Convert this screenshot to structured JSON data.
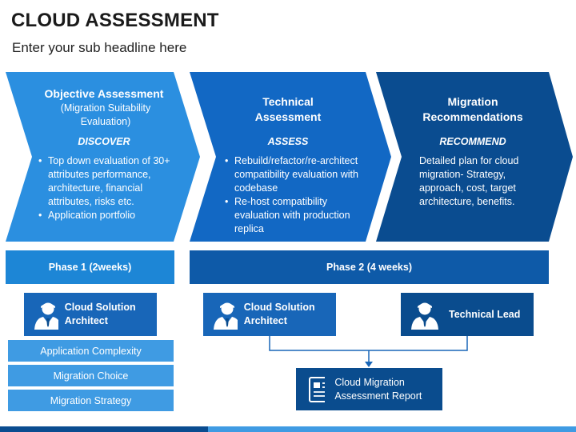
{
  "header": {
    "title": "CLOUD ASSESSMENT",
    "subtitle": "Enter your sub headline here"
  },
  "stages": [
    {
      "title": "Objective Assessment",
      "subtitle": "(Migration Suitability Evaluation)",
      "tag": "DISCOVER",
      "bullets": [
        "Top down evaluation of 30+ attributes performance, architecture, financial attributes, risks etc.",
        "Application portfolio"
      ],
      "color": "#2b8fe0"
    },
    {
      "title": "Technical Assessment",
      "tag": "ASSESS",
      "bullets": [
        "Rebuild/refactor/re-architect compatibility evaluation with codebase",
        "Re-host compatibility evaluation with production replica"
      ],
      "color": "#1268c4"
    },
    {
      "title": "Migration Recommendations",
      "tag": "RECOMMEND",
      "text": "Detailed plan for cloud migration- Strategy, approach, cost, target architecture, benefits.",
      "color": "#0a4c90"
    }
  ],
  "phases": [
    {
      "label": "Phase 1 (2weeks)"
    },
    {
      "label": "Phase 2 (4 weeks)"
    }
  ],
  "roles": [
    {
      "label": "Cloud Solution Architect",
      "icon": "person-icon"
    },
    {
      "label": "Cloud Solution Architect",
      "icon": "person-icon"
    },
    {
      "label": "Technical Lead",
      "icon": "person-icon"
    }
  ],
  "phase1_items": [
    "Application Complexity",
    "Migration Choice",
    "Migration Strategy"
  ],
  "report": {
    "label": "Cloud Migration Assessment Report",
    "icon": "report-icon"
  },
  "colors": {
    "light_blue": "#3f9be3",
    "mid_blue": "#1268c4",
    "dark_blue": "#0a4c90",
    "connector": "#1866b8"
  }
}
